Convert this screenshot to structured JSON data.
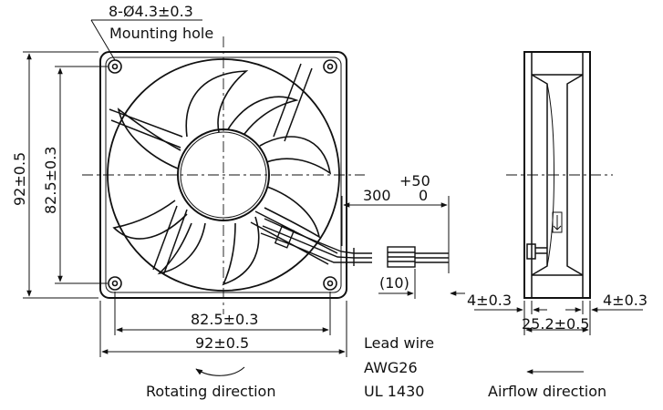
{
  "labels": {
    "hole_spec": "8-Ø4.3±0.3",
    "hole_name": "Mounting hole",
    "outer_vertical": "92±0.5",
    "pitch_vertical": "82.5±0.3",
    "pitch_horizontal": "82.5±0.3",
    "outer_horizontal": "92±0.5",
    "wire_length": "300",
    "tol_plus": "+50",
    "tol_zero": "0",
    "strip_length": "(10)",
    "lead_wire": "Lead wire",
    "awg": "AWG26",
    "ul": "UL 1430",
    "rotating": "Rotating direction",
    "airflow": "Airflow direction",
    "side_left": "4±0.3",
    "side_right": "4±0.3",
    "depth": "25.2±0.5"
  }
}
